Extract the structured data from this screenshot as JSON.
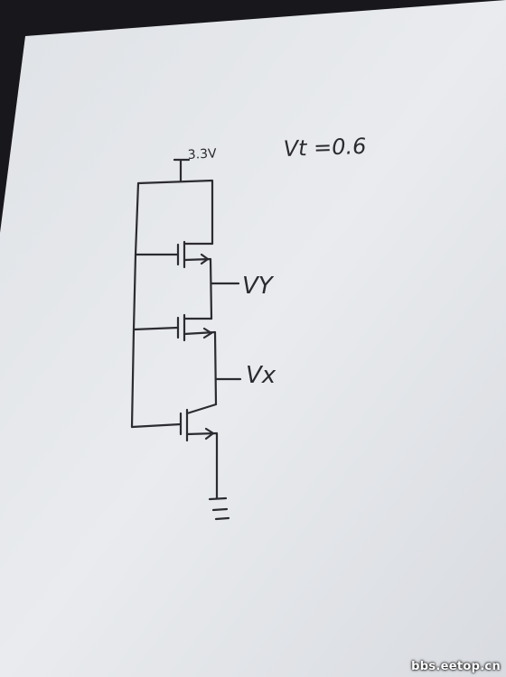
{
  "diagram": {
    "supply_label": "3.3V",
    "vt_label": "Vt =0.6",
    "vy_label": "VY",
    "vx_label": "Vx"
  },
  "watermark": {
    "text": "bbs.eetop.cn"
  },
  "colors": {
    "paper": "#e6e8ec",
    "ink": "#2b2b31",
    "background": "#17171c"
  }
}
